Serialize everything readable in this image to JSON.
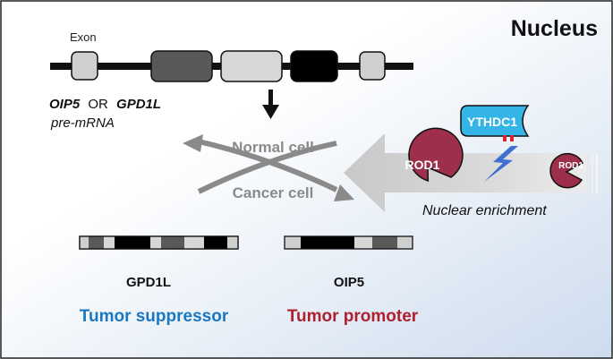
{
  "nucleus_label": "Nucleus",
  "gene_model": {
    "exon_label": "Exon",
    "gene_names": [
      "OIP5",
      "GPD1L"
    ],
    "or_text": "OR",
    "premrna_label": "pre-mRNA"
  },
  "splicing": {
    "normal_label": "Normal cell",
    "cancer_label": "Cancer cell"
  },
  "proteins": {
    "ythdc1_label": "YTHDC1",
    "rod1_large_label": "ROD1",
    "rod1_small_label": "ROD1"
  },
  "enrichment_label": "Nuclear enrichment",
  "isoforms": [
    {
      "name": "GPD1L",
      "role": "Tumor suppressor"
    },
    {
      "name": "OIP5",
      "role": "Tumor promoter"
    }
  ],
  "colors": {
    "background_top": "#ffffff",
    "background_bottom": "#d5e3f2",
    "tumor_suppressor": "#1a78c2",
    "tumor_promoter": "#b01f2e",
    "rod1": "#9e2f4b",
    "ythdc1": "#35b4e8",
    "lightning": "#3f6fd1",
    "m6a_mark": "#d8232a",
    "arrow_gray": "#8a8a8a"
  }
}
